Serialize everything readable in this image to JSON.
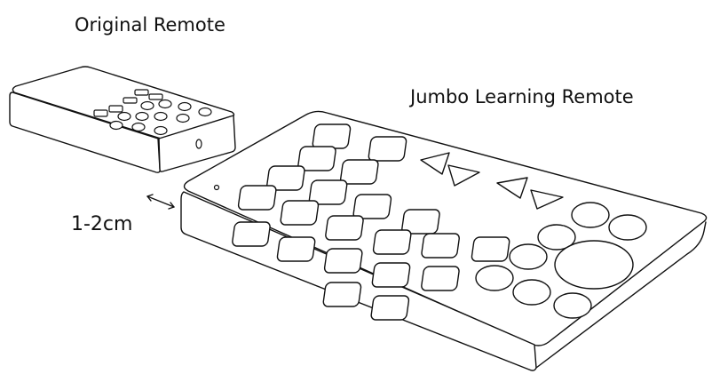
{
  "labels": {
    "original_remote": "Original Remote",
    "jumbo_remote": "Jumbo Learning Remote",
    "gap_distance": "1-2cm"
  },
  "colors": {
    "background": "#ffffff",
    "line": "#111111"
  }
}
